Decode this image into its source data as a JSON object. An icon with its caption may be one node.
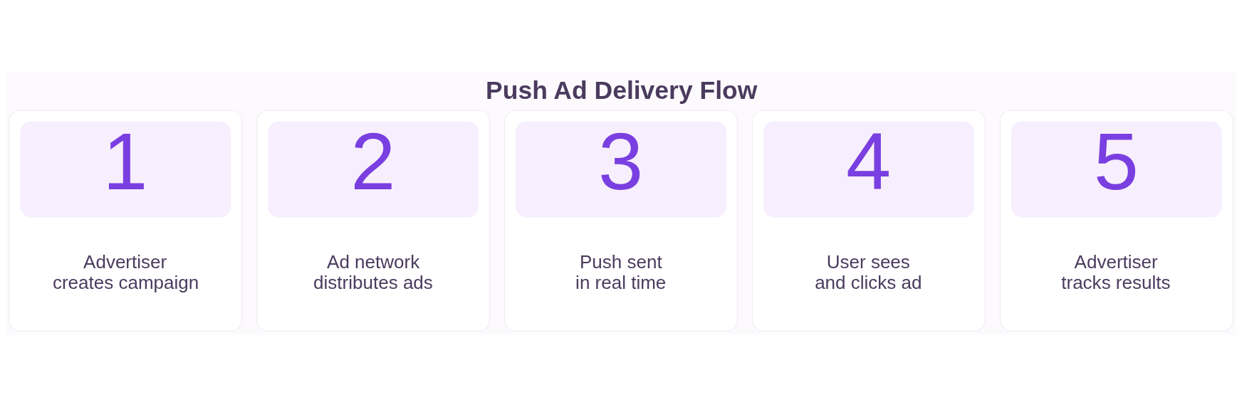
{
  "diagram": {
    "title": "Push Ad Delivery Flow",
    "nodes": [
      {
        "text": [
          "1",
          "Advertiser creates campaign"
        ]
      },
      {
        "text": [
          "2",
          "Ad network distributes ads"
        ]
      },
      {
        "text": [
          "3",
          "Push sent in real time"
        ]
      },
      {
        "text": [
          "4",
          "User sees and clicks ad"
        ]
      },
      {
        "text": [
          "5",
          "Advertiser tracks results"
        ]
      }
    ],
    "edges": []
  }
}
